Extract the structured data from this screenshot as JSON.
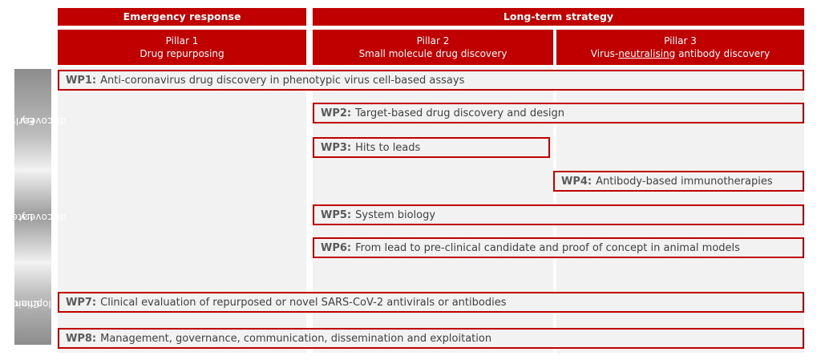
{
  "header": {
    "emergency": "Emergency response",
    "longterm": "Long-term strategy"
  },
  "pillars": [
    {
      "number": "Pillar 1",
      "name": "Drug repurposing"
    },
    {
      "number": "Pillar 2",
      "name": "Small molecule drug discovery"
    },
    {
      "number": "Pillar 3",
      "name_prefix": "Virus-",
      "name_underlined": "neutralising",
      "name_suffix": " antibody discovery"
    }
  ],
  "phases": [
    {
      "label_line1": "Early",
      "label_line2": "discovery"
    },
    {
      "label_line1": "Late",
      "label_line2": "discovery"
    },
    {
      "label_line1": "Clinical",
      "label_line2": "development"
    }
  ],
  "work_packages": [
    {
      "code": "WP1:",
      "title": "Anti-coronavirus drug discovery in phenotypic virus cell-based assays"
    },
    {
      "code": "WP2:",
      "title": "Target-based drug discovery and design"
    },
    {
      "code": "WP3:",
      "title": "Hits to leads"
    },
    {
      "code": "WP4:",
      "title": "Antibody-based immunotherapies"
    },
    {
      "code": "WP5:",
      "title": "System biology"
    },
    {
      "code": "WP6:",
      "title": "From lead to pre-clinical candidate and proof of concept in animal models"
    },
    {
      "code": "WP7:",
      "title": "Clinical evaluation of repurposed or novel SARS-CoV-2 antivirals or antibodies"
    },
    {
      "code": "WP8:",
      "title": "Management, governance, communication, dissemination and exploitation"
    }
  ],
  "colors": {
    "accent": "#c00000",
    "panel": "#f2f2f2",
    "text": "#404040"
  }
}
